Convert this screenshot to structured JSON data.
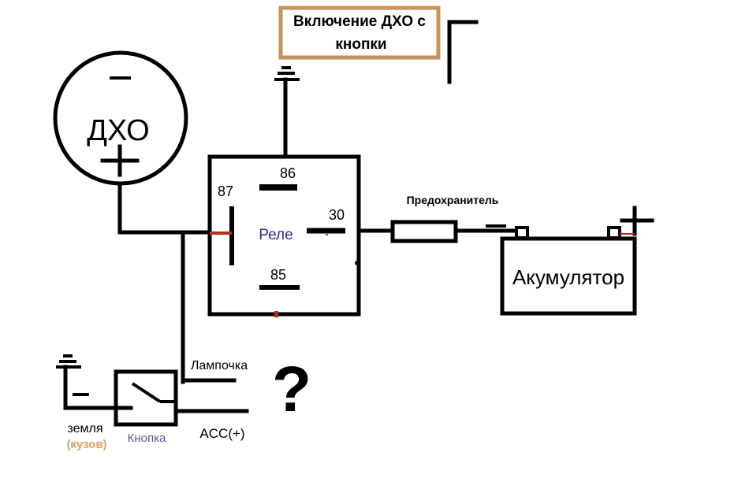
{
  "title": {
    "line1": "Включение ДХО с",
    "line2": "кнопки",
    "border_color": "#c8925a"
  },
  "drl": {
    "label": "ДХО",
    "minus": "−",
    "plus": "+"
  },
  "relay": {
    "label": "Реле",
    "label_color": "#2b2f8a",
    "pins": {
      "p86": "86",
      "p87": "87",
      "p30": "30",
      "p85": "85"
    }
  },
  "fuse": {
    "label": "Предохранитель"
  },
  "battery": {
    "label": "Акумулятор",
    "minus": "−",
    "plus": "+"
  },
  "switch": {
    "label": "Кнопка",
    "label_color": "#6a4c93"
  },
  "ground": {
    "label": "земля",
    "sublabel": "(кузов)",
    "sublabel_color": "#d9a066",
    "minus": "−"
  },
  "wires": {
    "lamp": "Лампочка",
    "acc": "ACC(+)"
  },
  "question": "?",
  "accent_colors": {
    "red_mark": "#b03020",
    "green_mark": "#3a8a5a"
  }
}
